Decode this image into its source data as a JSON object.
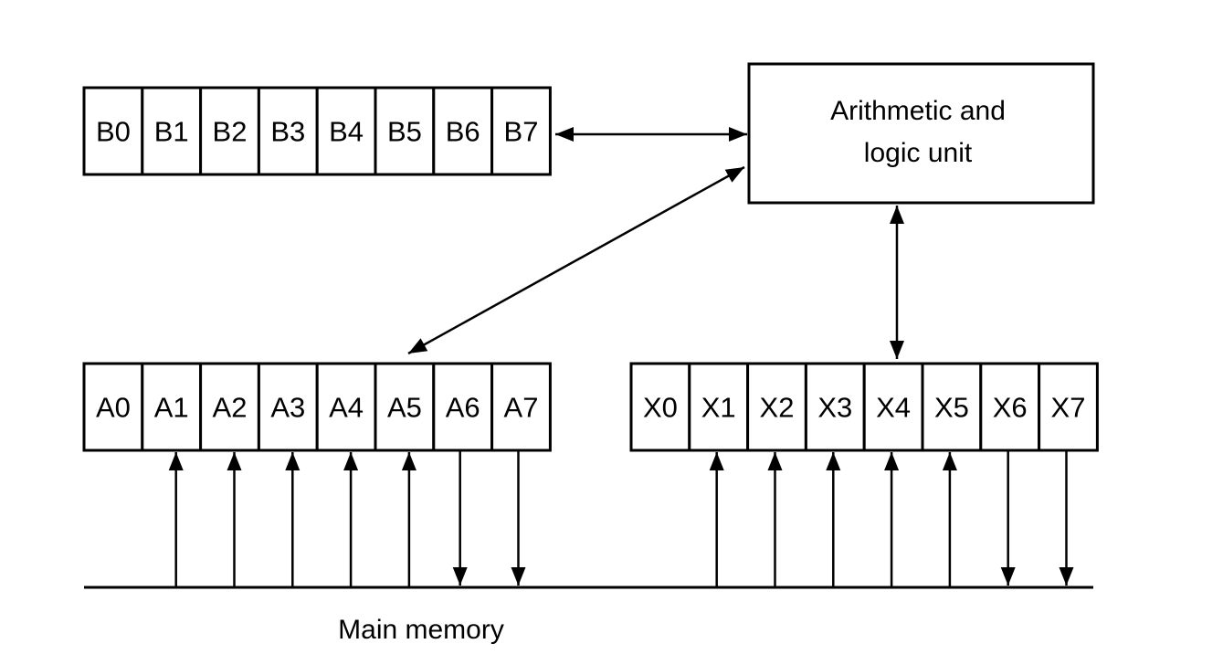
{
  "alu": {
    "line1": "Arithmetic and",
    "line2": "logic unit"
  },
  "registers": {
    "b": [
      "B0",
      "B1",
      "B2",
      "B3",
      "B4",
      "B5",
      "B6",
      "B7"
    ],
    "a": [
      "A0",
      "A1",
      "A2",
      "A3",
      "A4",
      "A5",
      "A6",
      "A7"
    ],
    "x": [
      "X0",
      "X1",
      "X2",
      "X3",
      "X4",
      "X5",
      "X6",
      "X7"
    ]
  },
  "memory": {
    "label": "Main memory"
  },
  "connections": {
    "a_inputs_from_memory": [
      "A1",
      "A2",
      "A3",
      "A4",
      "A5"
    ],
    "a_outputs_to_memory": [
      "A6",
      "A7"
    ],
    "x_inputs_from_memory": [
      "X1",
      "X2",
      "X3",
      "X4",
      "X5"
    ],
    "x_outputs_to_memory": [
      "X6",
      "X7"
    ],
    "alu_links": [
      "B",
      "A",
      "X"
    ]
  }
}
